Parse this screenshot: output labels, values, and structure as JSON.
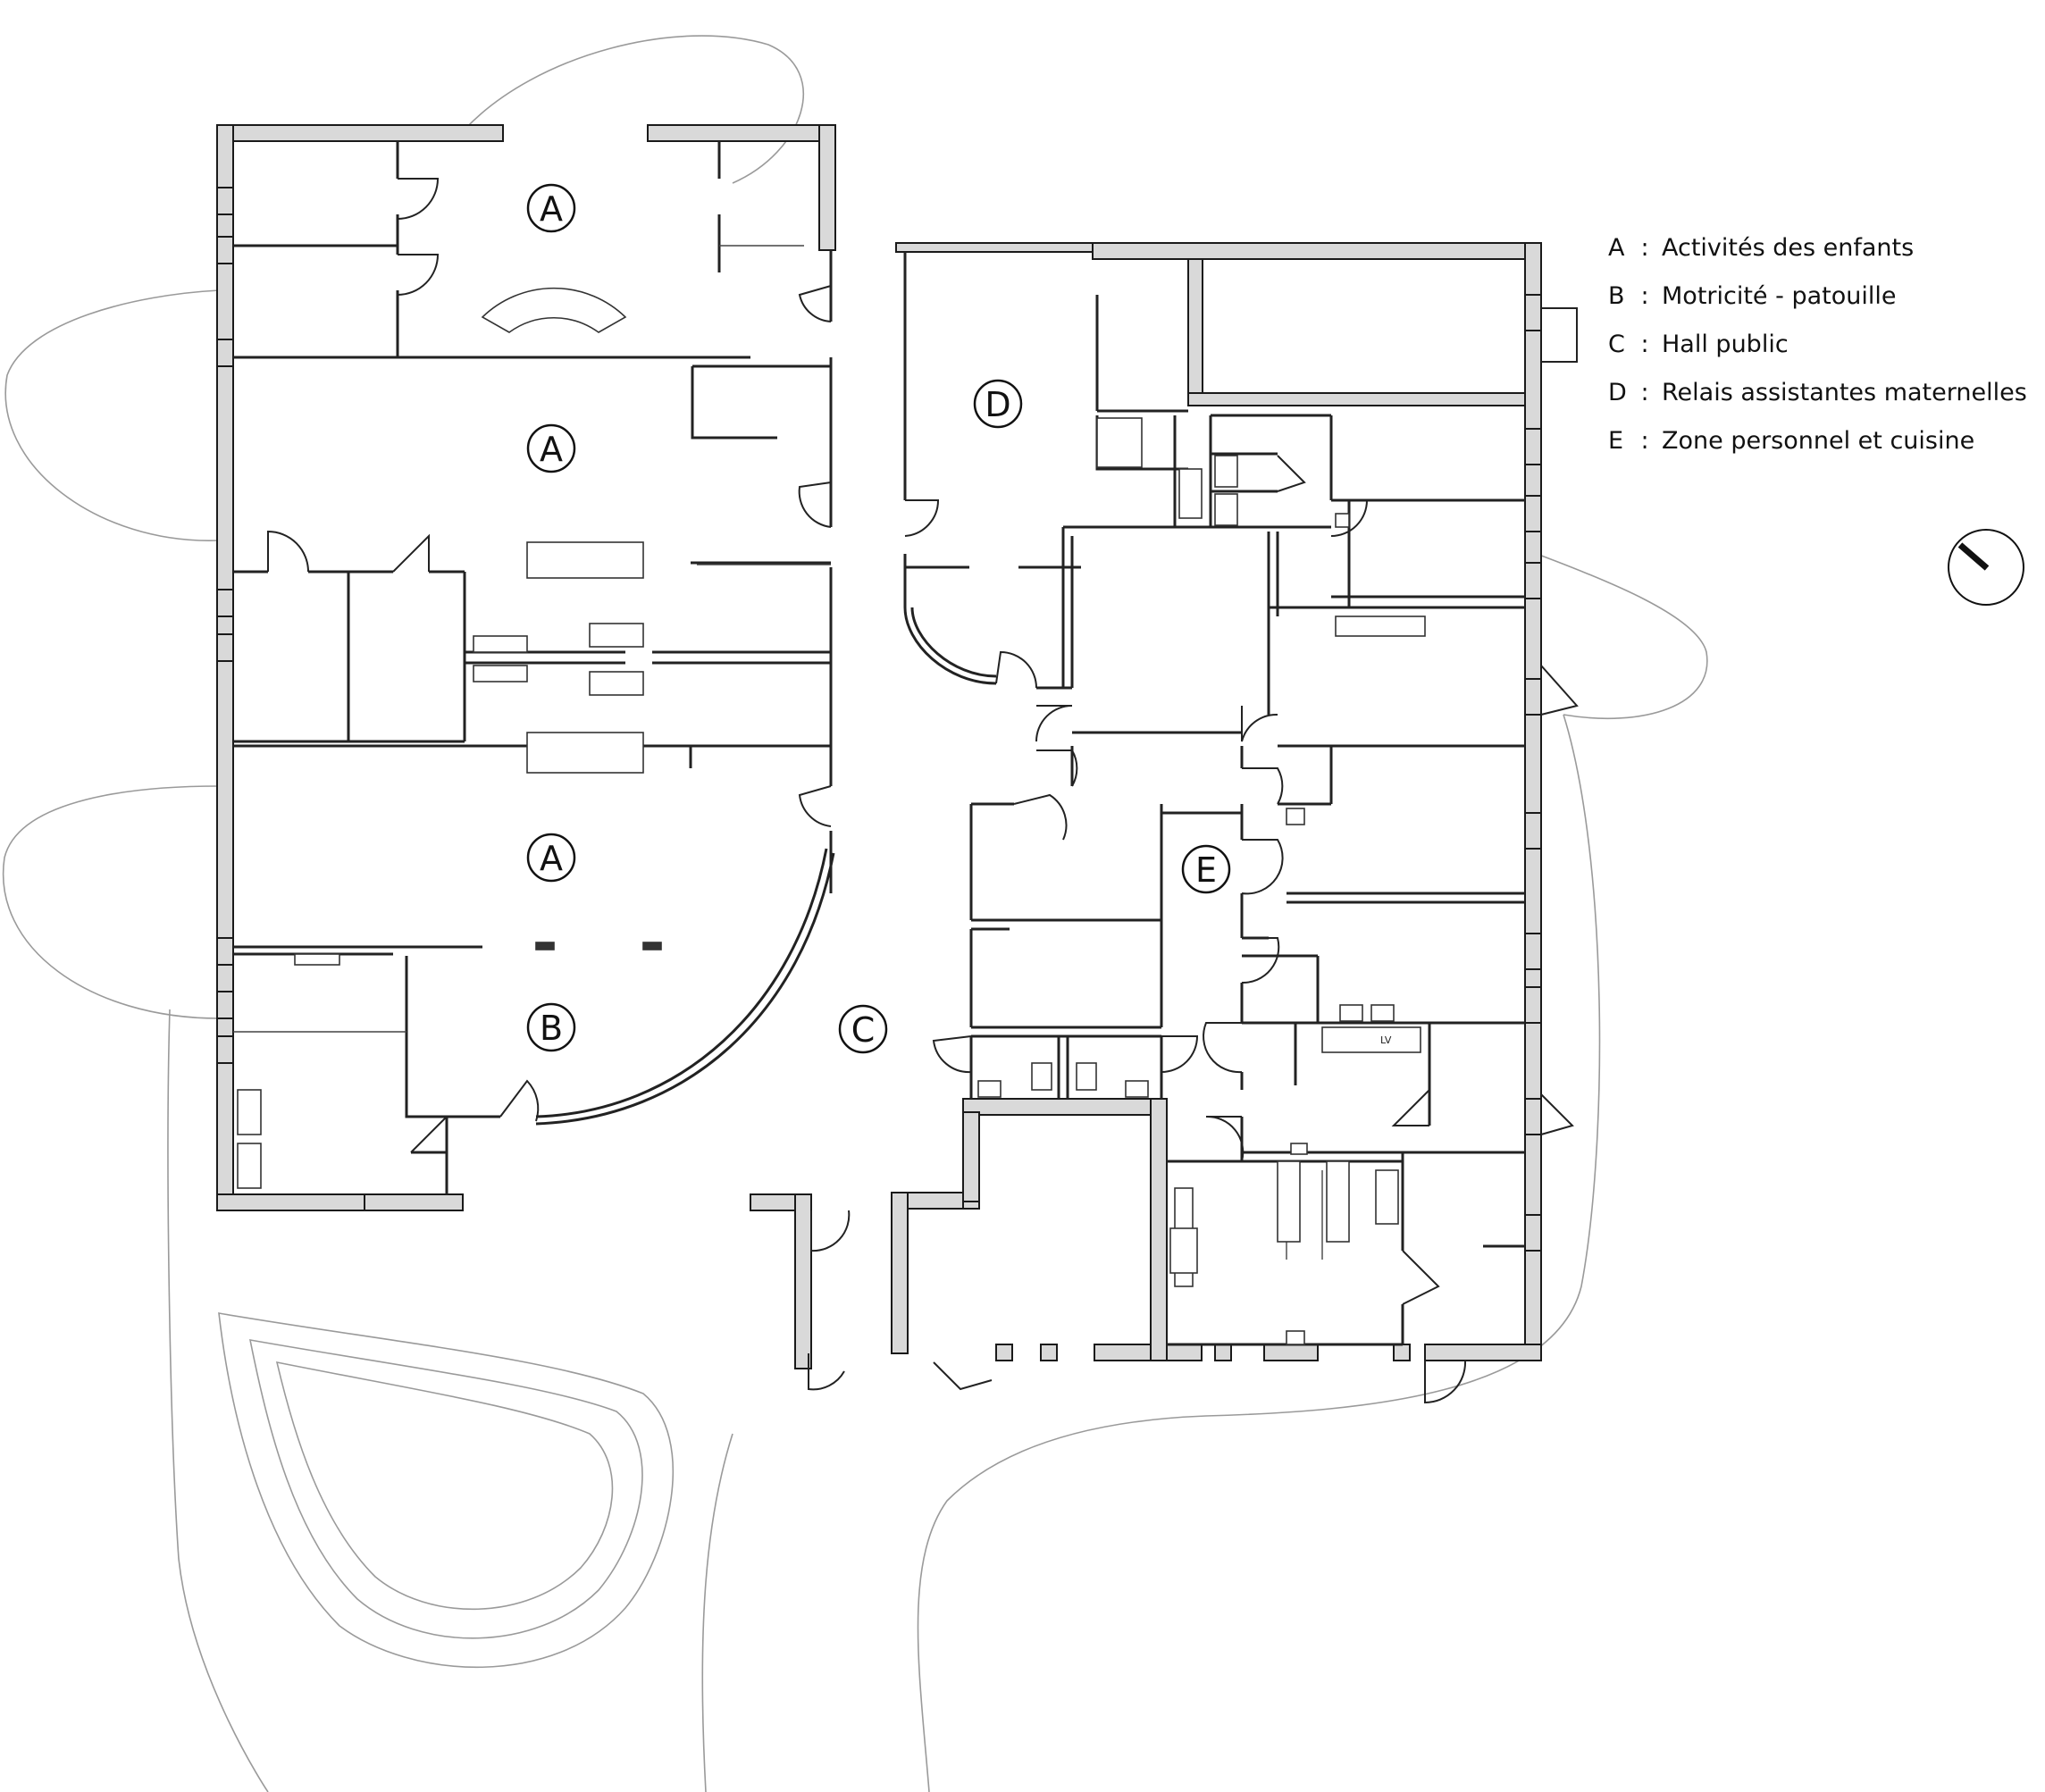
{
  "zones": {
    "a1": "A",
    "a2": "A",
    "a3": "A",
    "b": "B",
    "c": "C",
    "d": "D",
    "e": "E"
  },
  "legend": [
    {
      "letter": "A",
      "sep": ":",
      "text": "Activités des enfants"
    },
    {
      "letter": "B",
      "sep": ":",
      "text": "Motricité - patouille"
    },
    {
      "letter": "C",
      "sep": ":",
      "text": "Hall public"
    },
    {
      "letter": "D",
      "sep": ":",
      "text": "Relais assistantes maternelles"
    },
    {
      "letter": "E",
      "sep": ":",
      "text": "Zone personnel et cuisine"
    }
  ],
  "fixture_label": "LV",
  "compass_icon": "north-arrow-icon",
  "colors": {
    "wall_fill": "#d9d9d9",
    "line": "#1a1a1a",
    "landscape": "#9a9a9a"
  }
}
